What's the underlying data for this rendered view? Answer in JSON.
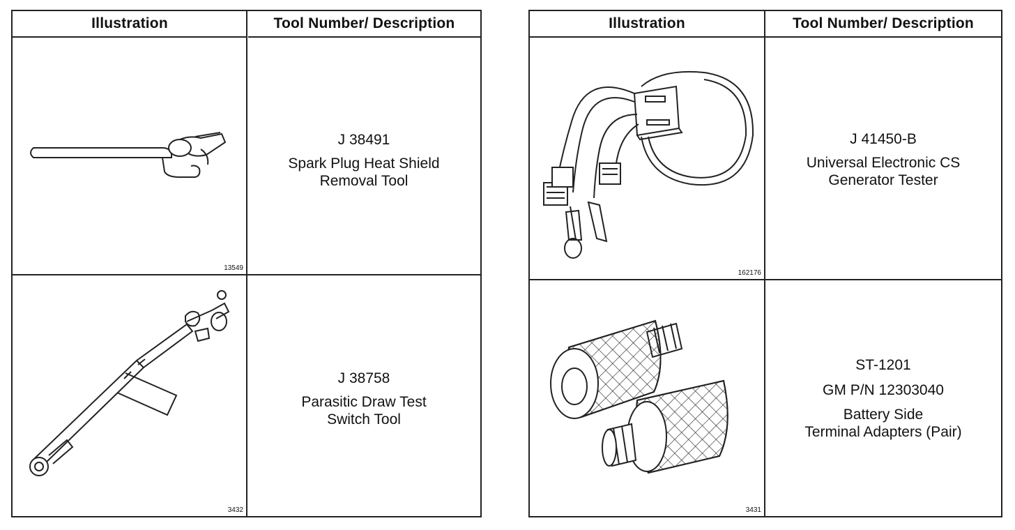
{
  "tables": [
    {
      "header": {
        "illustration": "Illustration",
        "description": "Tool Number/ Description"
      },
      "rows": [
        {
          "icon": "spark-plug-heat-shield-removal-tool",
          "fig": "13549",
          "number": "J 38491",
          "desc1": "Spark Plug Heat Shield",
          "desc2": "Removal Tool"
        },
        {
          "icon": "parasitic-draw-test-switch-tool",
          "fig": "3432",
          "number": "J 38758",
          "desc1": "Parasitic Draw Test",
          "desc2": "Switch Tool"
        }
      ]
    },
    {
      "header": {
        "illustration": "Illustration",
        "description": "Tool Number/ Description"
      },
      "rows": [
        {
          "icon": "universal-electronic-cs-generator-tester",
          "fig": "162176",
          "number": "J 41450-B",
          "desc1": "Universal Electronic CS",
          "desc2": "Generator Tester"
        },
        {
          "icon": "battery-side-terminal-adapters",
          "fig": "3431",
          "number": "ST-1201",
          "gm": "GM P/N 12303040",
          "desc1": "Battery Side",
          "desc2": "Terminal Adapters (Pair)"
        }
      ]
    }
  ]
}
